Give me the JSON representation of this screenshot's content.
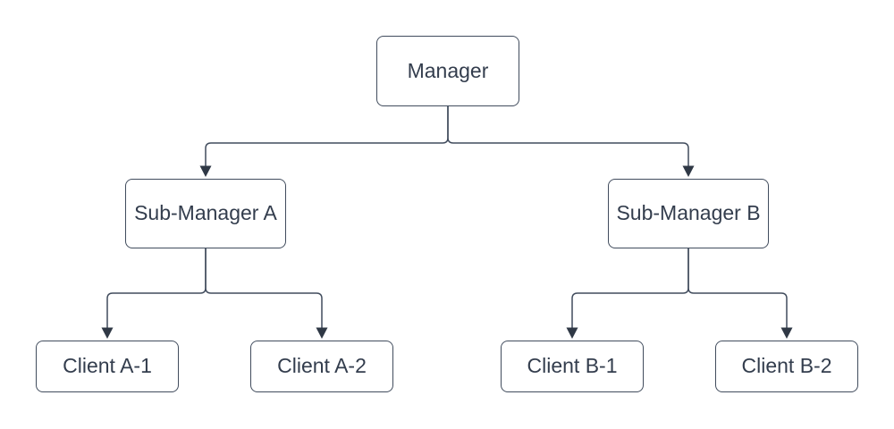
{
  "theme": {
    "background": "#ffffff",
    "node-fill": "#ffffff",
    "node-stroke": "#414c5d",
    "edge-stroke": "#414c5d",
    "arrow-fill": "#2f3845",
    "text-color": "#333d4d"
  },
  "diagram": {
    "type": "org-chart-tree",
    "nodes": [
      {
        "id": "manager",
        "label": "Manager",
        "level": 0
      },
      {
        "id": "sub-manager-a",
        "label": "Sub-Manager A",
        "level": 1
      },
      {
        "id": "sub-manager-b",
        "label": "Sub-Manager B",
        "level": 1
      },
      {
        "id": "client-a-1",
        "label": "Client A-1",
        "level": 2
      },
      {
        "id": "client-a-2",
        "label": "Client A-2",
        "level": 2
      },
      {
        "id": "client-b-1",
        "label": "Client B-1",
        "level": 2
      },
      {
        "id": "client-b-2",
        "label": "Client B-2",
        "level": 2
      }
    ],
    "edges": [
      {
        "from": "Manager",
        "to": "Sub-Manager A"
      },
      {
        "from": "Manager",
        "to": "Sub-Manager B"
      },
      {
        "from": "Sub-Manager A",
        "to": "Client A-1"
      },
      {
        "from": "Sub-Manager A",
        "to": "Client A-2"
      },
      {
        "from": "Sub-Manager B",
        "to": "Client B-1"
      },
      {
        "from": "Sub-Manager B",
        "to": "Client B-2"
      }
    ]
  }
}
